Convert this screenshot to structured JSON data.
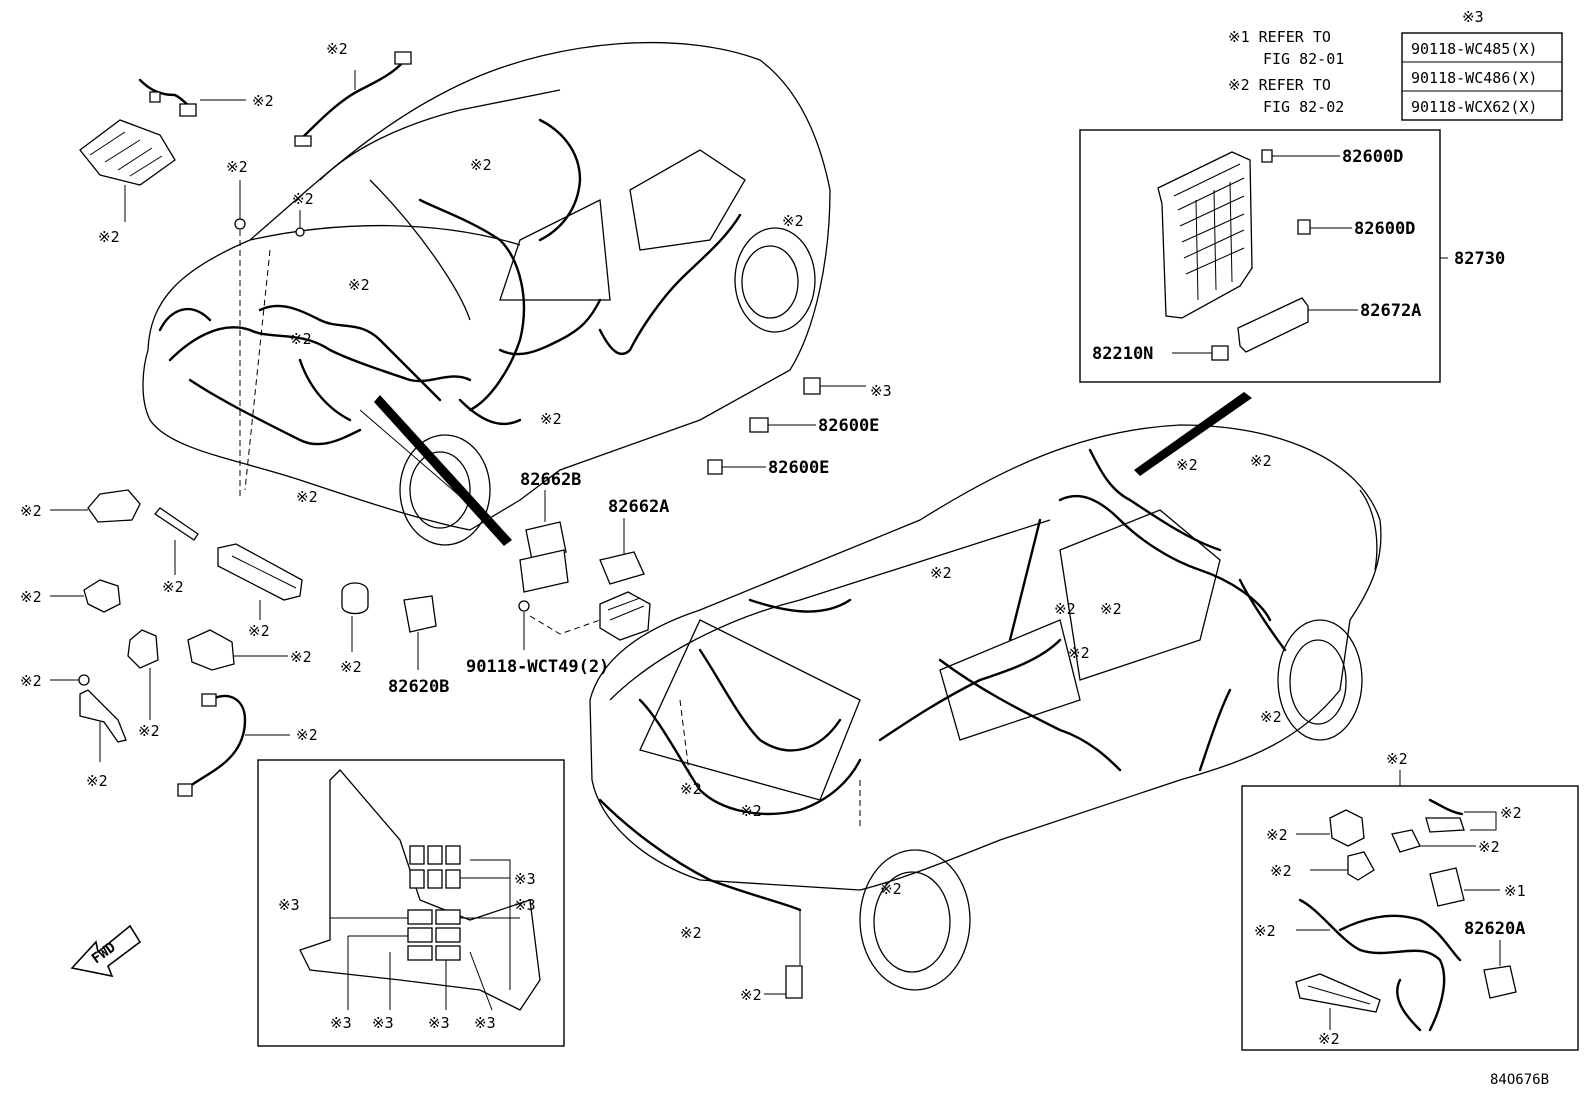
{
  "notes": {
    "note1": "※1 REFER TO",
    "note1_fig": "FIG 82-01",
    "note2": "※2 REFER TO",
    "note2_fig": "FIG 82-02",
    "table_header": "※3",
    "table_rows": [
      "90118-WC485(X)",
      "90118-WC486(X)",
      "90118-WCX62(X)"
    ]
  },
  "parts": {
    "p82600d_1": "82600D",
    "p82600d_2": "82600D",
    "p82730": "82730",
    "p82672a": "82672A",
    "p82210n": "82210N",
    "p82600e_1": "82600E",
    "p82600e_2": "82600E",
    "p82662b": "82662B",
    "p82662a": "82662A",
    "p90118_wct49": "90118-WCT49(2)",
    "p82620b": "82620B",
    "p82620a": "82620A"
  },
  "refs": {
    "r2": "※2",
    "r3": "※3",
    "r1": "※1"
  },
  "fwd_label": "FWD",
  "figure_id": "84O676B"
}
